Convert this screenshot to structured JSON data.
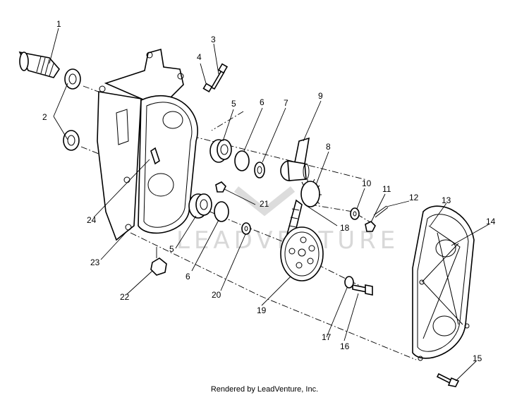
{
  "callouts": {
    "n1": "1",
    "n2": "2",
    "n3": "3",
    "n4": "4",
    "n5a": "5",
    "n5b": "5",
    "n6a": "6",
    "n6b": "6",
    "n7": "7",
    "n8": "8",
    "n9": "9",
    "n10": "10",
    "n11": "11",
    "n12": "12",
    "n13": "13",
    "n14": "14",
    "n15": "15",
    "n16": "16",
    "n17": "17",
    "n18": "18",
    "n19": "19",
    "n20": "20",
    "n21": "21",
    "n22": "22",
    "n23": "23",
    "n24": "24"
  },
  "watermark": "LEADVENTURE",
  "footer": "Rendered by LeadVenture, Inc."
}
